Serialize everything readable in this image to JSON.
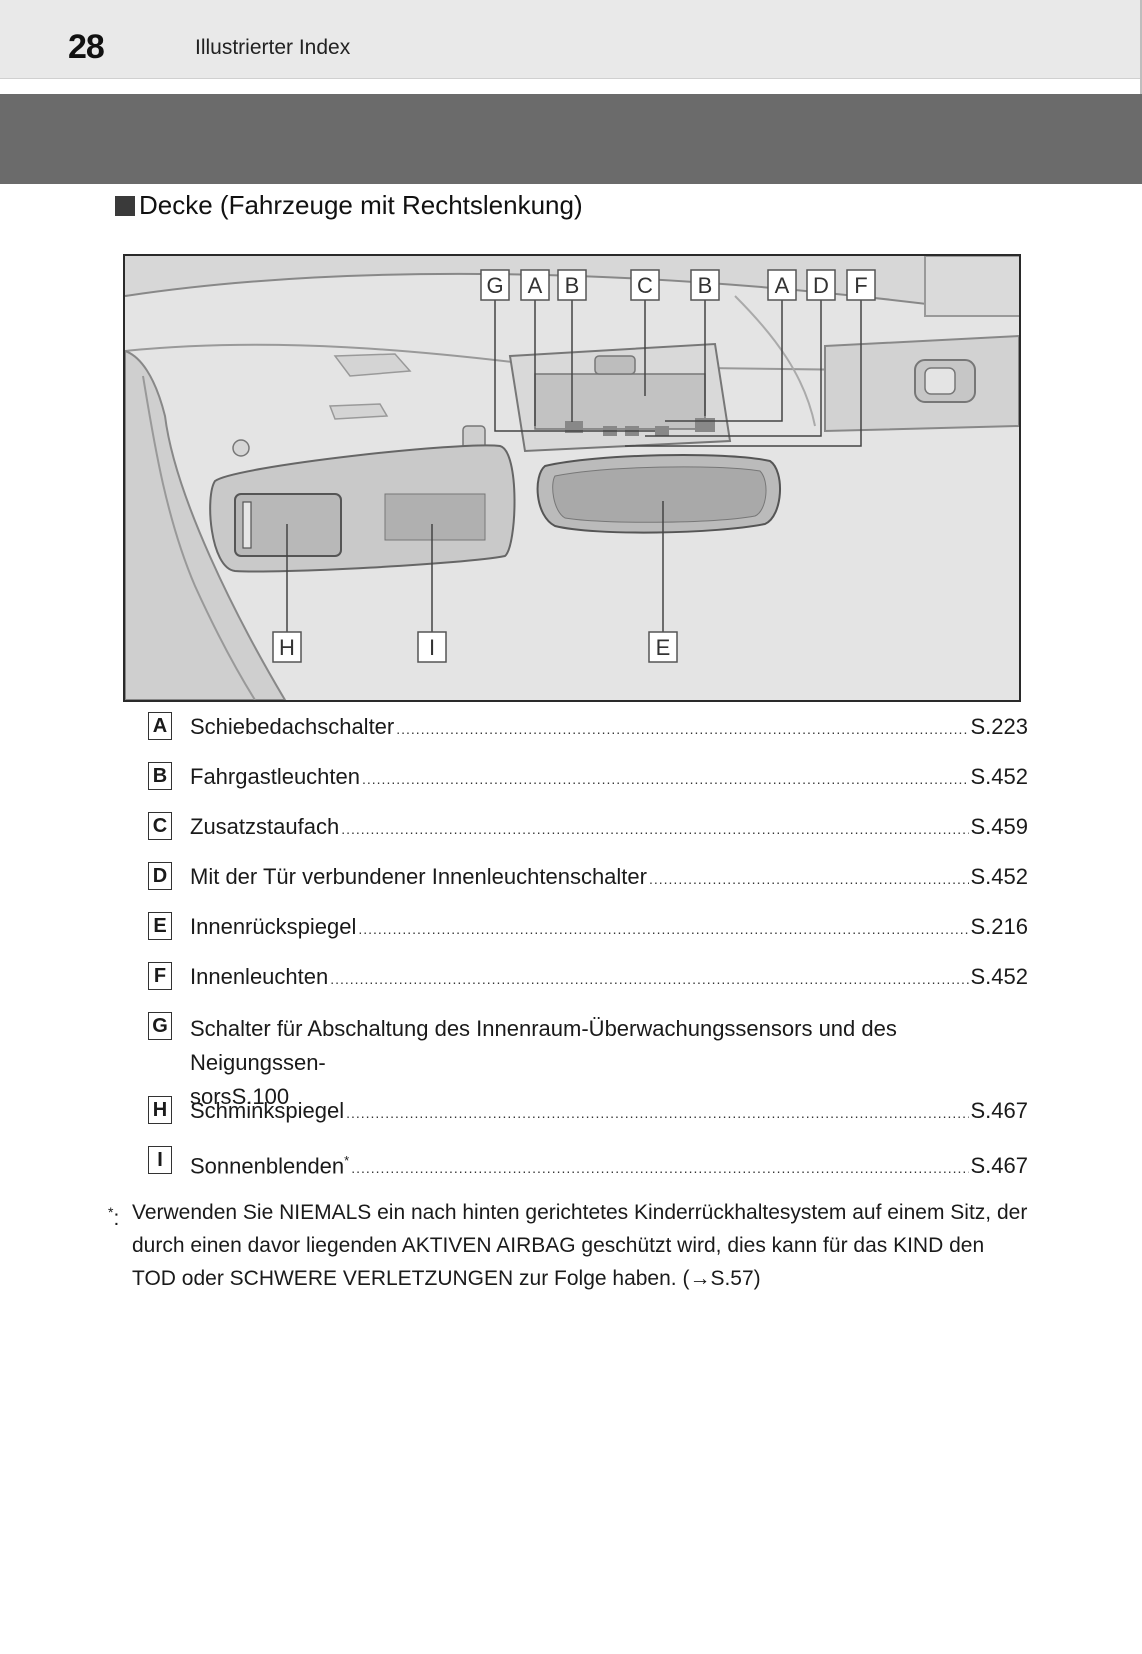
{
  "header": {
    "page_number": "28",
    "title": "Illustrierter Index"
  },
  "section": {
    "title": "Decke (Fahrzeuge mit Rechtslenkung)"
  },
  "figure_labels": {
    "g": "G",
    "a1": "A",
    "b1": "B",
    "c": "C",
    "b2": "B",
    "a2": "A",
    "d": "D",
    "f": "F",
    "h": "H",
    "i": "I",
    "e": "E"
  },
  "items": [
    {
      "letter": "A",
      "label": "Schiebedachschalter",
      "page": "S.223"
    },
    {
      "letter": "B",
      "label": "Fahrgastleuchten",
      "page": "S.452"
    },
    {
      "letter": "C",
      "label": "Zusatzstaufach",
      "page": "S.459"
    },
    {
      "letter": "D",
      "label": "Mit der Tür verbundener Innenleuchtenschalter",
      "page": "S.452"
    },
    {
      "letter": "E",
      "label": "Innenrückspiegel",
      "page": "S.216"
    },
    {
      "letter": "F",
      "label": "Innenleuchten",
      "page": "S.452"
    },
    {
      "letter": "G",
      "label_line1": "Schalter für Abschaltung des Innenraum-Überwachungssensors und des Neigungssen-",
      "label_line2": "sors",
      "page": "S.100"
    },
    {
      "letter": "H",
      "label": "Schminkspiegel",
      "page": "S.467"
    },
    {
      "letter": "I",
      "label": "Sonnenblenden",
      "sup": "*",
      "page": "S.467"
    }
  ],
  "footnote": {
    "mark": "*",
    "colon": ":",
    "text": "Verwenden Sie NIEMALS ein nach hinten gerichtetes Kinderrückhaltesystem auf einem Sitz, der durch einen davor liegenden AKTIVEN AIRBAG geschützt wird, dies kann für das KIND den TOD oder SCHWERE VERLETZUNGEN zur Folge haben. (→S.57)"
  }
}
